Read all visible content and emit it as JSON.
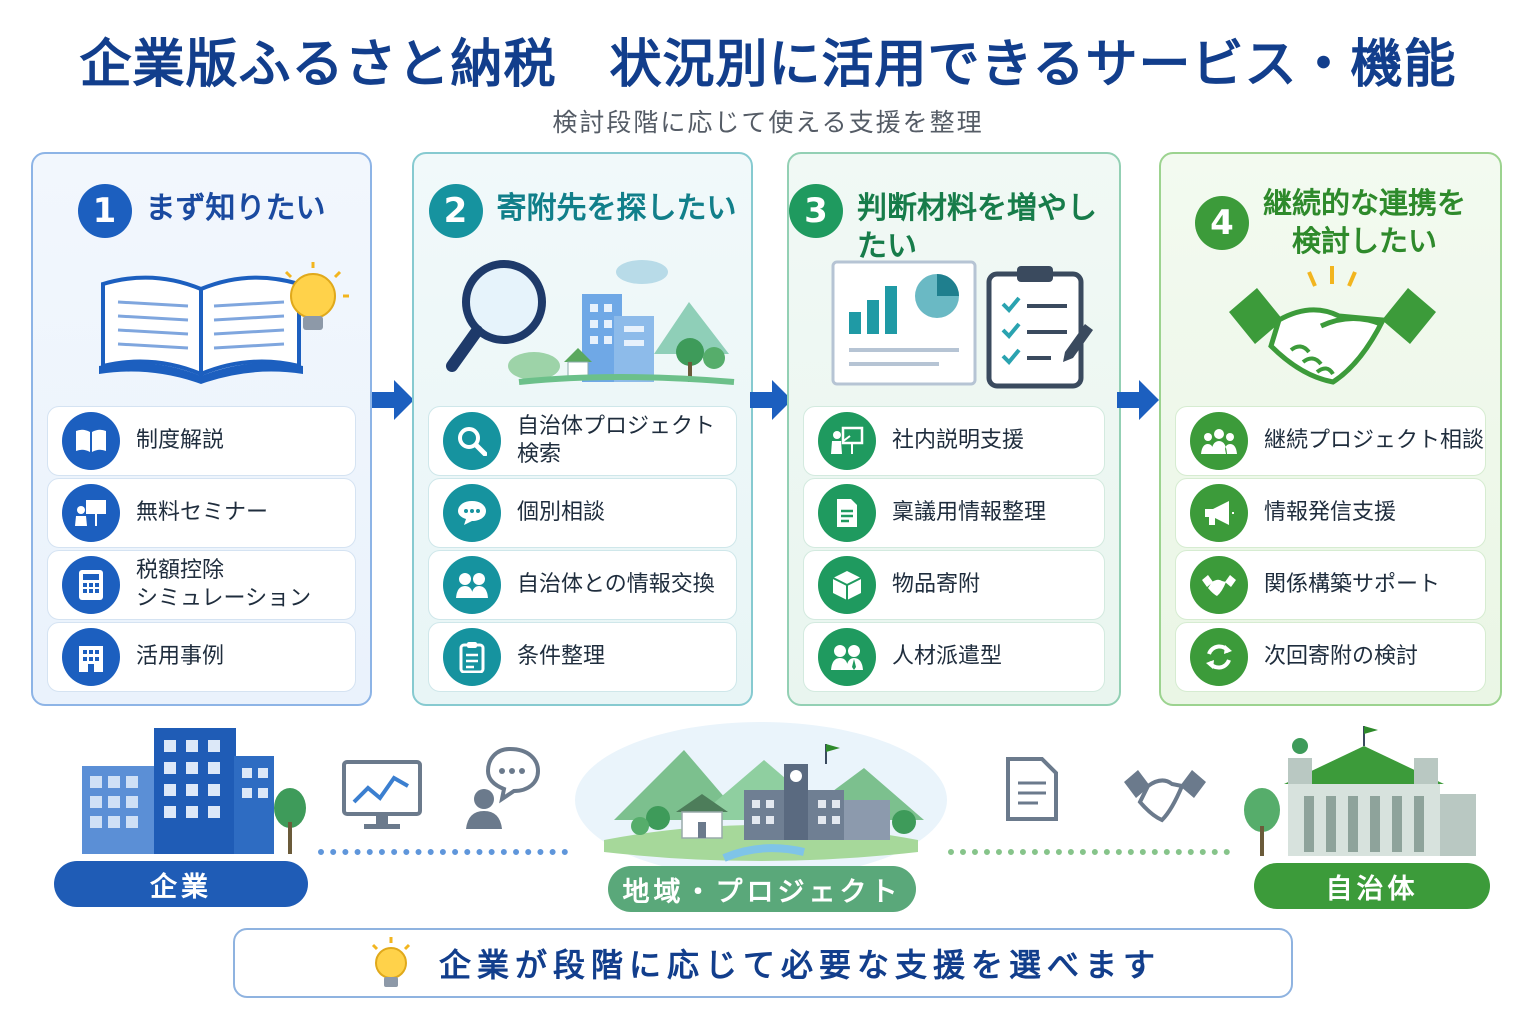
{
  "title": "企業版ふるさと納税　状況別に活用できるサービス・機能",
  "subtitle": "検討段階に応じて使える支援を整理",
  "colors": {
    "blue": "#1c5fbf",
    "teal": "#16939f",
    "green": "#1f9a5f",
    "lime": "#3c9b3a",
    "navy": "#123e8c"
  },
  "columns": [
    {
      "number": "1",
      "title": "まず知りたい",
      "illustration": "open-book-lightbulb",
      "items": [
        {
          "icon": "book-icon",
          "label": "制度解説"
        },
        {
          "icon": "presentation-icon",
          "label": "無料セミナー"
        },
        {
          "icon": "calculator-icon",
          "label_line1": "税額控除",
          "label_line2": "シミュレーション"
        },
        {
          "icon": "building-icon",
          "label": "活用事例"
        }
      ]
    },
    {
      "number": "2",
      "title": "寄附先を探したい",
      "illustration": "magnifier-town",
      "items": [
        {
          "icon": "search-icon",
          "label": "自治体プロジェクト検索"
        },
        {
          "icon": "chat-icon",
          "label": "個別相談"
        },
        {
          "icon": "people-icon",
          "label": "自治体との情報交換"
        },
        {
          "icon": "clipboard-icon",
          "label": "条件整理"
        }
      ]
    },
    {
      "number": "3",
      "title": "判断材料を増やしたい",
      "illustration": "report-checklist",
      "items": [
        {
          "icon": "presenter-icon",
          "label": "社内説明支援"
        },
        {
          "icon": "document-icon",
          "label": "稟議用情報整理"
        },
        {
          "icon": "box-icon",
          "label": "物品寄附"
        },
        {
          "icon": "staff-icon",
          "label": "人材派遣型"
        }
      ]
    },
    {
      "number": "4",
      "title_line1": "継続的な連携を",
      "title_line2": "検討したい",
      "illustration": "handshake",
      "items": [
        {
          "icon": "group-icon",
          "label": "継続プロジェクト相談"
        },
        {
          "icon": "megaphone-icon",
          "label": "情報発信支援"
        },
        {
          "icon": "handshake-icon",
          "label": "関係構築サポート"
        },
        {
          "icon": "refresh-icon",
          "label": "次回寄附の検討"
        }
      ]
    }
  ],
  "bottom": {
    "company": "企業",
    "region": "地域・プロジェクト",
    "municipality": "自治体"
  },
  "footer": "企業が段階に応じて必要な支援を選べます"
}
